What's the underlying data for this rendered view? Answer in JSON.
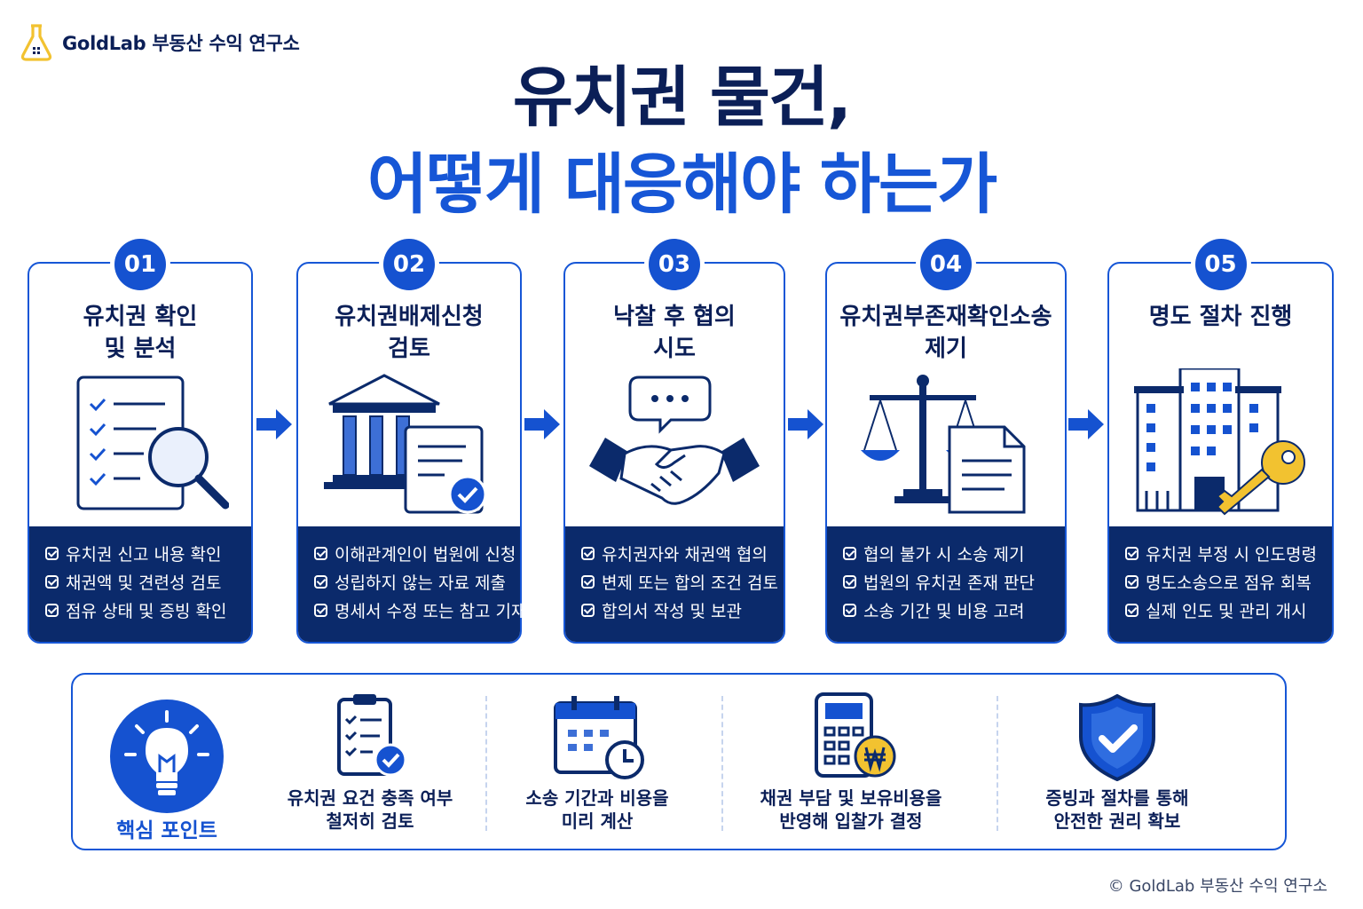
{
  "brand": {
    "name": "GoldLab 부동산 수익 연구소"
  },
  "title": {
    "line1": "유치권 물건,",
    "line2": "어떻게 대응해야 하는가"
  },
  "steps": [
    {
      "num": "01",
      "title": "유치권 확인\n및 분석",
      "icon": "checklist-magnifier-icon",
      "items": [
        "유치권 신고 내용 확인",
        "채권액 및 견련성 검토",
        "점유 상태 및 증빙 확인"
      ]
    },
    {
      "num": "02",
      "title": "유치권배제신청\n검토",
      "icon": "courthouse-document-icon",
      "items": [
        "이해관계인이 법원에 신청",
        "성립하지 않는 자료 제출",
        "명세서 수정 또는 참고 기재"
      ]
    },
    {
      "num": "03",
      "title": "낙찰 후 협의\n시도",
      "icon": "handshake-icon",
      "items": [
        "유치권자와 채권액 협의",
        "변제 또는 합의 조건 검토",
        "합의서 작성 및 보관"
      ]
    },
    {
      "num": "04",
      "title": "유치권부존재확인소송\n제기",
      "icon": "scales-document-icon",
      "items": [
        "협의 불가 시 소송 제기",
        "법원의 유치권 존재 판단",
        "소송 기간 및 비용 고려"
      ]
    },
    {
      "num": "05",
      "title": "명도 절차 진행",
      "icon": "building-key-icon",
      "items": [
        "유치권 부정 시 인도명령",
        "명도소송으로 점유 회복",
        "실제 인도 및 관리 개시"
      ]
    }
  ],
  "points": {
    "label": "핵심 포인트",
    "items": [
      {
        "text": "유치권 요건 충족 여부\n철저히 검토",
        "icon": "clipboard-check-icon"
      },
      {
        "text": "소송 기간과 비용을\n미리 계산",
        "icon": "calendar-clock-icon"
      },
      {
        "text": "채권 부담 및 보유비용을\n반영해 입찰가 결정",
        "icon": "calculator-won-icon"
      },
      {
        "text": "증빙과 절차를 통해\n안전한 권리 확보",
        "icon": "shield-check-icon"
      }
    ]
  },
  "footer": "© GoldLab 부동산 수익 연구소",
  "colors": {
    "navy": "#0b1f57",
    "blue": "#1552d0",
    "dark_panel": "#0b2a6b",
    "gold": "#f2c230"
  }
}
